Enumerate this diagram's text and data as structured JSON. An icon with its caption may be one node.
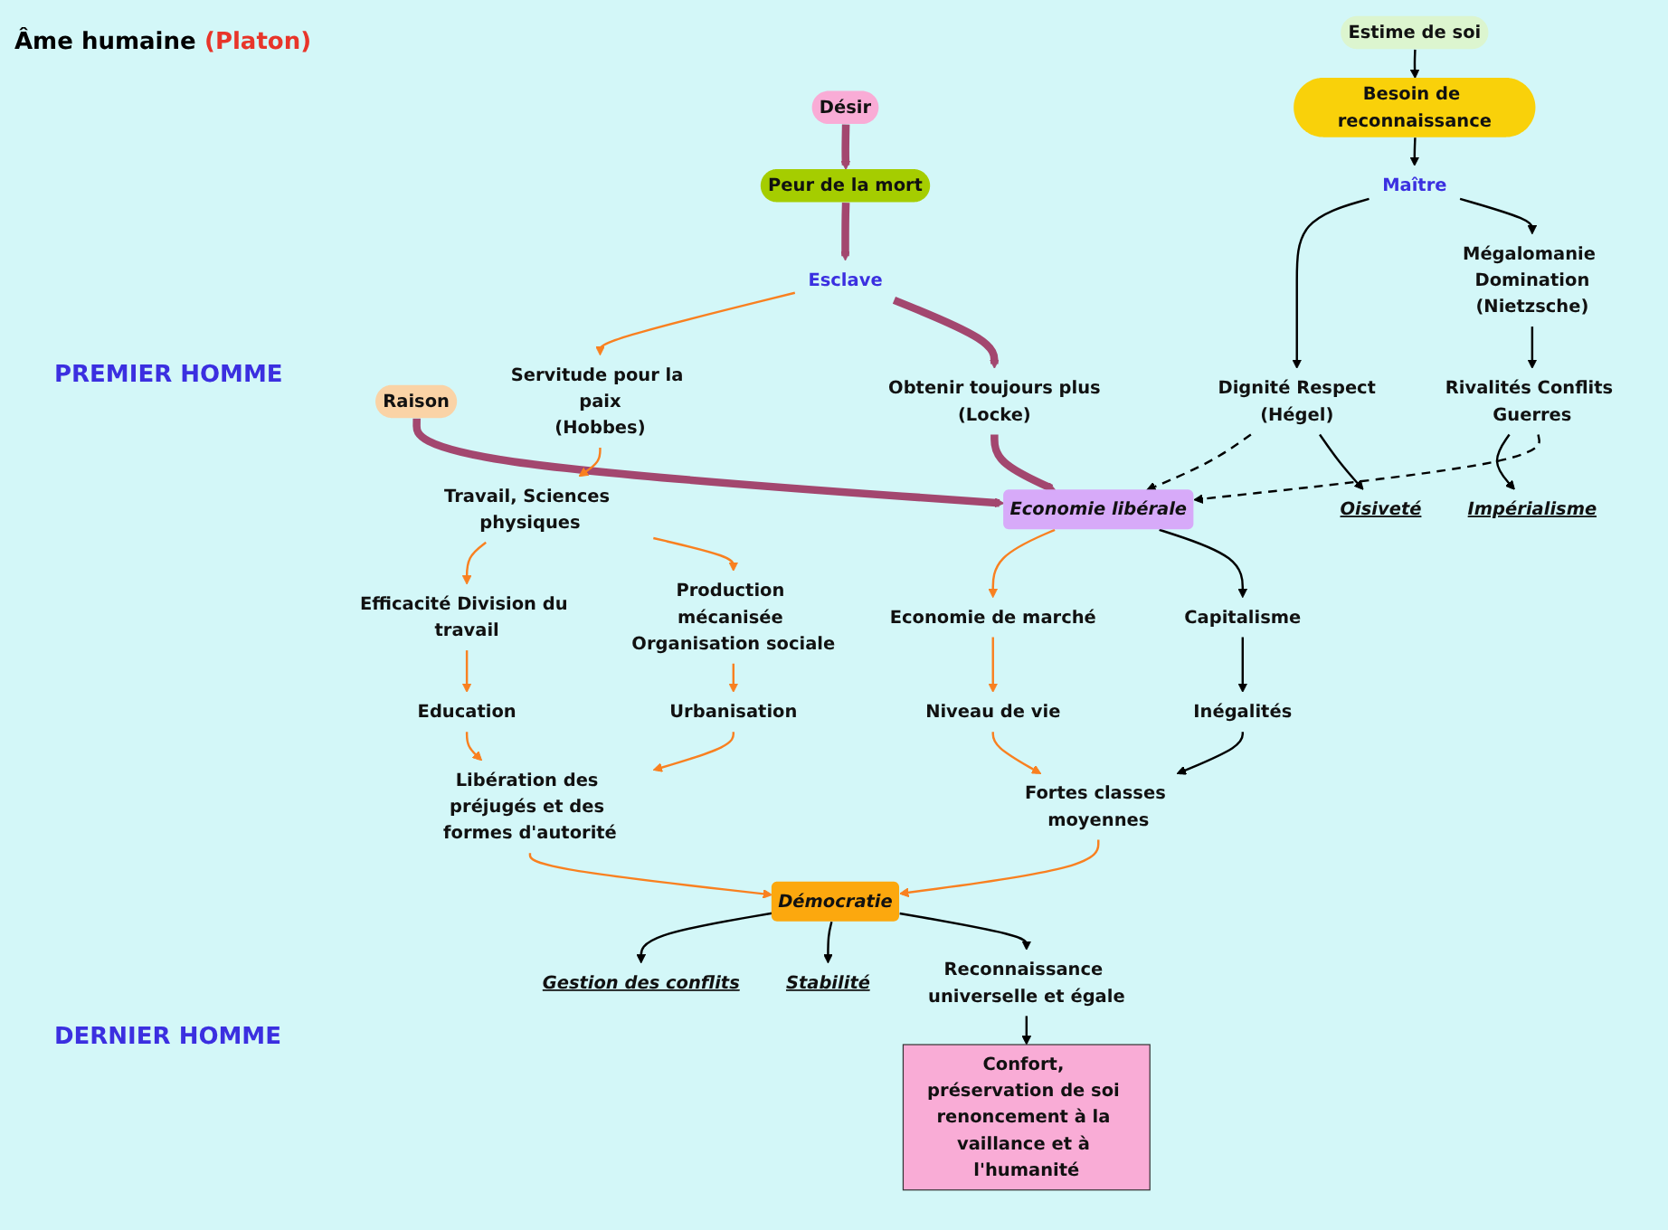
{
  "diagram": {
    "nodes": [
      {
        "text": [
          "Raison"
        ]
      },
      {
        "text": [
          "Estime de soi"
        ]
      },
      {
        "text": [
          "Désir"
        ]
      },
      {
        "text": [
          "Besoin de reconnaissance"
        ]
      },
      {
        "text": [
          "Peur de la mort"
        ]
      },
      {
        "text": [
          "Maître"
        ]
      },
      {
        "text": [
          "Esclave"
        ]
      },
      {
        "text": [
          "Mégalomanie Domination",
          "(Nietzsche)"
        ]
      },
      {
        "text": [
          "Dignité Respect",
          "(Hégel)"
        ]
      },
      {
        "text": [
          "Obtenir toujours plus",
          "(Locke)"
        ]
      },
      {
        "text": [
          "Servitude pour la paix",
          "(Hobbes)"
        ]
      },
      {
        "text": [
          "Rivalités Conflits Guerres"
        ]
      },
      {
        "text": [
          "Oisiveté"
        ]
      },
      {
        "text": [
          "Economie libérale"
        ]
      },
      {
        "text": [
          "Travail, Sciences physiques"
        ]
      },
      {
        "text": [
          "Impérialisme"
        ]
      },
      {
        "text": [
          "Capitalisme"
        ]
      },
      {
        "text": [
          "Economie de marché"
        ]
      },
      {
        "text": [
          "Production mécanisée Organisation sociale"
        ]
      },
      {
        "text": [
          "Efficacité Division du travail"
        ]
      },
      {
        "text": [
          "Inégalités"
        ]
      },
      {
        "text": [
          "Niveau de vie"
        ]
      },
      {
        "text": [
          "Urbanisation"
        ]
      },
      {
        "text": [
          "Education"
        ]
      },
      {
        "text": [
          "Fortes classes moyennes"
        ]
      },
      {
        "text": [
          "Libération des préjugés et des formes d'autorité"
        ]
      },
      {
        "text": [
          "Démocratie"
        ]
      },
      {
        "text": [
          "Confort, préservation de soi renoncement à la vaillance et à l'humanité"
        ]
      },
      {
        "text": [
          "Reconnaissance universelle et égale"
        ]
      },
      {
        "text": [
          "Stabilité"
        ]
      },
      {
        "text": [
          "Gestion des conflits"
        ]
      }
    ],
    "edges": [
      {
        "from": 1,
        "to": 3,
        "arrow": "to"
      },
      {
        "from": 2,
        "to": 4,
        "arrow": "to",
        "style": "thick",
        "color": "#a3476f"
      },
      {
        "from": 0,
        "to": 13,
        "arrow": "to",
        "style": "thick",
        "color": "#a3476f"
      },
      {
        "from": 3,
        "to": 5,
        "arrow": "to"
      },
      {
        "from": 4,
        "to": 6,
        "arrow": "to",
        "style": "thick",
        "color": "#a3476f"
      },
      {
        "from": 5,
        "to": 7,
        "arrow": "to"
      },
      {
        "from": 5,
        "to": 8,
        "arrow": "to"
      },
      {
        "from": 7,
        "to": 11,
        "arrow": "to"
      },
      {
        "from": 8,
        "to": 12,
        "arrow": "to"
      },
      {
        "from": 8,
        "to": 13,
        "arrow": "to",
        "style": "dashed"
      },
      {
        "from": 11,
        "to": 13,
        "arrow": "to",
        "style": "dashed"
      },
      {
        "from": 11,
        "to": 15,
        "arrow": "to"
      },
      {
        "from": 6,
        "to": 9,
        "arrow": "to",
        "style": "thick",
        "color": "#a3476f"
      },
      {
        "from": 6,
        "to": 10,
        "arrow": "to",
        "color": "#f98020"
      },
      {
        "from": 9,
        "to": 13,
        "arrow": "to",
        "style": "thick",
        "color": "#a3476f"
      },
      {
        "from": 10,
        "to": 14,
        "arrow": "to",
        "color": "#f98020"
      },
      {
        "from": 14,
        "to": 18,
        "arrow": "to",
        "color": "#f98020"
      },
      {
        "from": 14,
        "to": 19,
        "arrow": "to",
        "color": "#f98020"
      },
      {
        "from": 13,
        "to": 16,
        "arrow": "to"
      },
      {
        "from": 13,
        "to": 17,
        "arrow": "to",
        "color": "#f98020"
      },
      {
        "from": 16,
        "to": 20,
        "arrow": "to"
      },
      {
        "from": 17,
        "to": 21,
        "arrow": "to",
        "color": "#f98020"
      },
      {
        "from": 18,
        "to": 22,
        "arrow": "to",
        "color": "#f98020"
      },
      {
        "from": 19,
        "to": 23,
        "arrow": "to",
        "color": "#f98020"
      },
      {
        "from": 20,
        "to": 24,
        "arrow": "to"
      },
      {
        "from": 21,
        "to": 24,
        "arrow": "to",
        "color": "#f98020"
      },
      {
        "from": 22,
        "to": 25,
        "arrow": "to",
        "color": "#f98020"
      },
      {
        "from": 23,
        "to": 25,
        "arrow": "to",
        "color": "#f98020"
      },
      {
        "from": 24,
        "to": 26,
        "arrow": "to",
        "color": "#f98020"
      },
      {
        "from": 25,
        "to": 26,
        "arrow": "to",
        "color": "#f98020"
      },
      {
        "from": 26,
        "to": 28,
        "arrow": "to"
      },
      {
        "from": 26,
        "to": 29,
        "arrow": "to"
      },
      {
        "from": 26,
        "to": 30,
        "arrow": "to"
      },
      {
        "from": 28,
        "to": 27,
        "arrow": "to"
      }
    ],
    "labels": [
      "Âme humaine",
      "(Platon)",
      "PREMIER HOMME",
      "DERNIER HOMME"
    ]
  }
}
